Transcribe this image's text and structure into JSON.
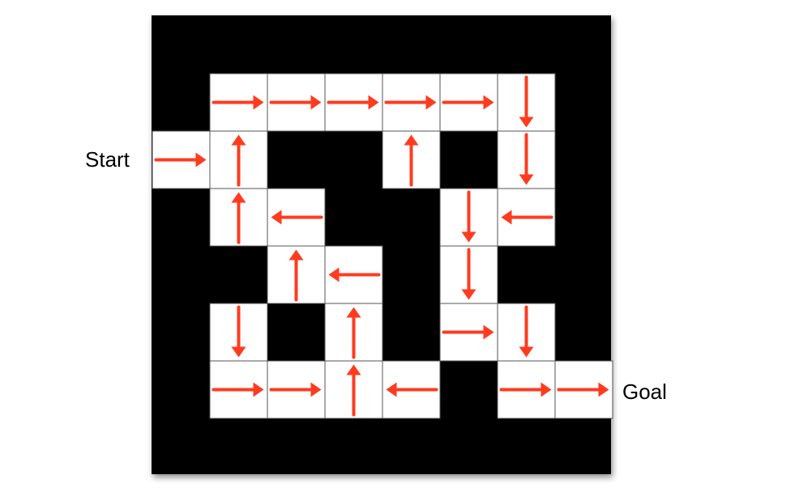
{
  "labels": {
    "start": "Start",
    "goal": "Goal"
  },
  "colors": {
    "wall": "#000000",
    "cell": "#ffffff",
    "arrow": "#ff3b1f",
    "grid_line": "#555555"
  },
  "maze": {
    "rows": 8,
    "cols": 8,
    "start": {
      "row": 2,
      "col": 0
    },
    "goal": {
      "row": 6,
      "col": 8
    },
    "cells": [
      {
        "row": 1,
        "col": 1,
        "arrow": "right"
      },
      {
        "row": 1,
        "col": 2,
        "arrow": "right"
      },
      {
        "row": 1,
        "col": 3,
        "arrow": "right"
      },
      {
        "row": 1,
        "col": 4,
        "arrow": "right"
      },
      {
        "row": 1,
        "col": 5,
        "arrow": "right"
      },
      {
        "row": 1,
        "col": 6,
        "arrow": "down"
      },
      {
        "row": 2,
        "col": 0,
        "arrow": "right"
      },
      {
        "row": 2,
        "col": 1,
        "arrow": "up"
      },
      {
        "row": 2,
        "col": 4,
        "arrow": "up"
      },
      {
        "row": 2,
        "col": 6,
        "arrow": "down"
      },
      {
        "row": 3,
        "col": 1,
        "arrow": "up"
      },
      {
        "row": 3,
        "col": 2,
        "arrow": "left"
      },
      {
        "row": 3,
        "col": 5,
        "arrow": "down"
      },
      {
        "row": 3,
        "col": 6,
        "arrow": "left"
      },
      {
        "row": 4,
        "col": 2,
        "arrow": "up"
      },
      {
        "row": 4,
        "col": 3,
        "arrow": "left"
      },
      {
        "row": 4,
        "col": 5,
        "arrow": "down"
      },
      {
        "row": 5,
        "col": 1,
        "arrow": "down"
      },
      {
        "row": 5,
        "col": 3,
        "arrow": "up"
      },
      {
        "row": 5,
        "col": 5,
        "arrow": "right"
      },
      {
        "row": 5,
        "col": 6,
        "arrow": "down"
      },
      {
        "row": 6,
        "col": 1,
        "arrow": "right"
      },
      {
        "row": 6,
        "col": 2,
        "arrow": "right"
      },
      {
        "row": 6,
        "col": 3,
        "arrow": "up"
      },
      {
        "row": 6,
        "col": 4,
        "arrow": "left"
      },
      {
        "row": 6,
        "col": 6,
        "arrow": "right"
      },
      {
        "row": 6,
        "col": 7,
        "arrow": "right"
      }
    ]
  }
}
